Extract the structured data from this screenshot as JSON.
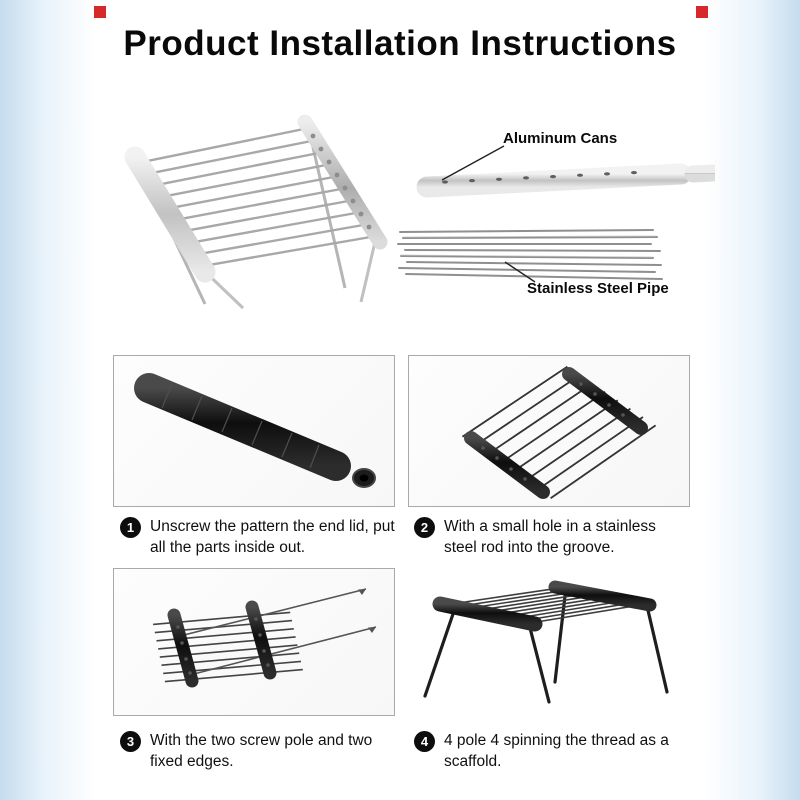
{
  "page": {
    "title": "Product Installation Instructions"
  },
  "hero": {
    "label_aluminum": "Aluminum Cans",
    "label_pipe": "Stainless Steel Pipe"
  },
  "steps": [
    {
      "num": "1",
      "text": "Unscrew the pattern the end lid, put all the parts inside out."
    },
    {
      "num": "2",
      "text": "With a small hole in a stainless steel rod into the groove."
    },
    {
      "num": "3",
      "text": "With the two screw pole and two fixed edges."
    },
    {
      "num": "4",
      "text": "4 pole 4 spinning the thread as a scaffold."
    }
  ],
  "colors": {
    "accent_red": "#d62a2a",
    "steel": "#b9b9b9",
    "black_tube": "#141414",
    "edge_blue": "#c6dcee"
  }
}
